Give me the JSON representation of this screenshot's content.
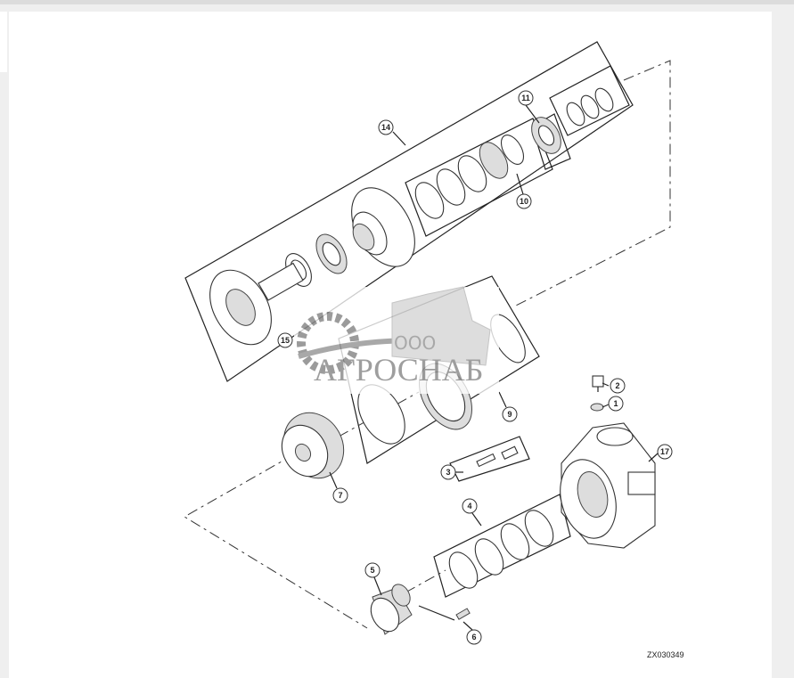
{
  "diagram": {
    "callouts": [
      {
        "id": "1",
        "label": "1"
      },
      {
        "id": "2",
        "label": "2"
      },
      {
        "id": "3",
        "label": "3"
      },
      {
        "id": "4",
        "label": "4"
      },
      {
        "id": "5",
        "label": "5"
      },
      {
        "id": "6",
        "label": "6"
      },
      {
        "id": "7",
        "label": "7"
      },
      {
        "id": "9",
        "label": "9"
      },
      {
        "id": "10",
        "label": "10"
      },
      {
        "id": "11",
        "label": "11"
      },
      {
        "id": "14",
        "label": "14"
      },
      {
        "id": "15",
        "label": "15"
      },
      {
        "id": "17",
        "label": "17"
      }
    ],
    "figure_code": "ZX030349"
  },
  "watermark": {
    "prefix": "ООО",
    "name": "АГРОСНАБ"
  }
}
